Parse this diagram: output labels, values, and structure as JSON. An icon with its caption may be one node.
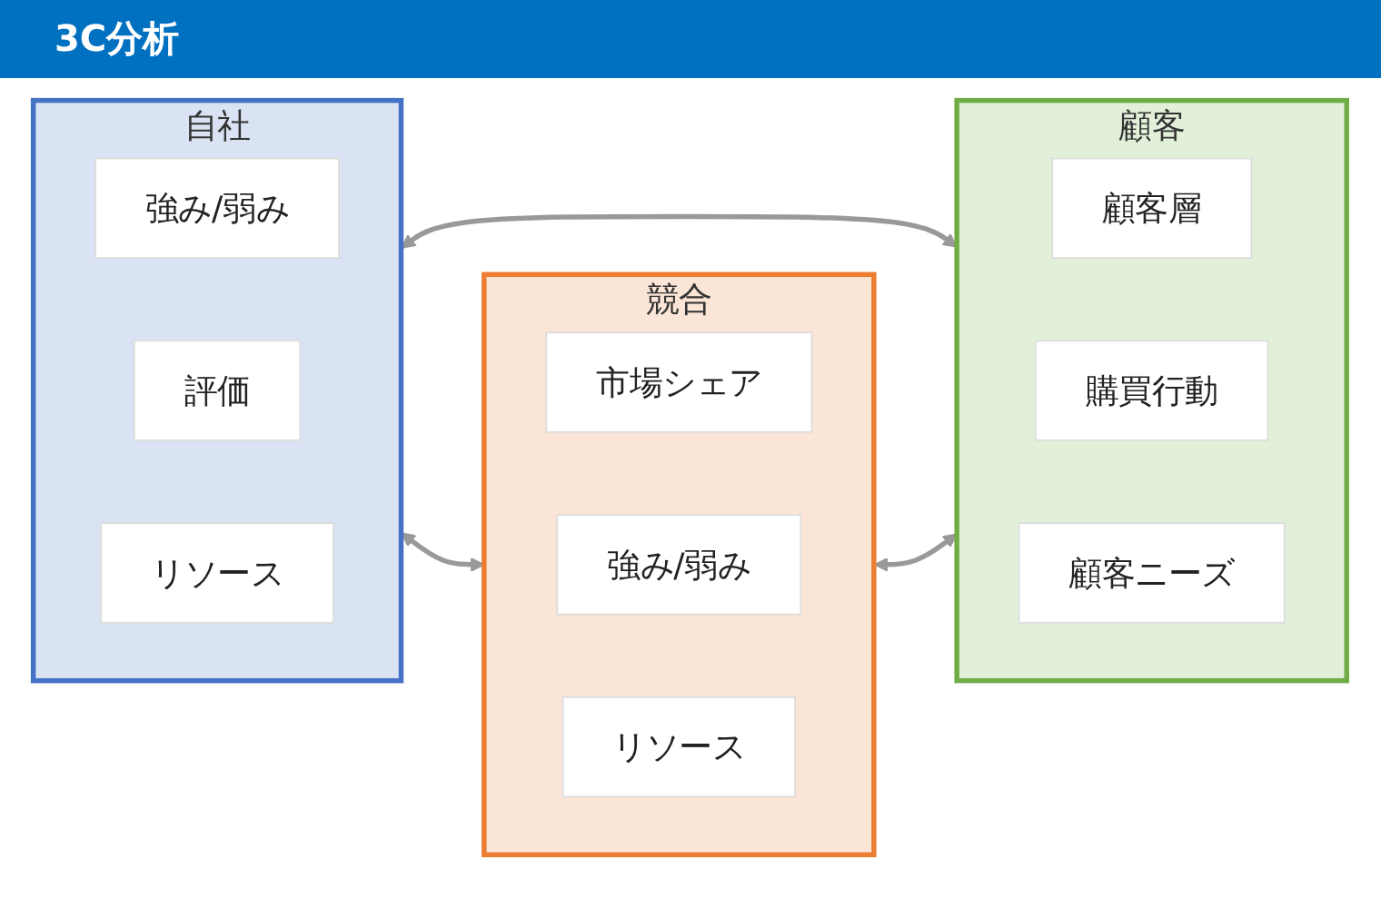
{
  "diagram": {
    "title": "3C分析",
    "nodes": [
      {
        "text": [
          "自社"
        ]
      },
      {
        "text": [
          "強み/弱み"
        ],
        "in": 0
      },
      {
        "text": [
          "評価"
        ],
        "in": 0
      },
      {
        "text": [
          "リソース"
        ],
        "in": 0
      },
      {
        "text": [
          "競合"
        ]
      },
      {
        "text": [
          "市場シェア"
        ],
        "in": 4
      },
      {
        "text": [
          "強み/弱み"
        ],
        "in": 4
      },
      {
        "text": [
          "リソース"
        ],
        "in": 4
      },
      {
        "text": [
          "顧客"
        ]
      },
      {
        "text": [
          "顧客層"
        ],
        "in": 8
      },
      {
        "text": [
          "購買行動"
        ],
        "in": 8
      },
      {
        "text": [
          "顧客ニーズ"
        ],
        "in": 8
      }
    ],
    "edges": [
      {
        "from": 0,
        "to": 4,
        "arrow": "both"
      },
      {
        "from": 0,
        "to": 8,
        "arrow": "both"
      },
      {
        "from": 4,
        "to": 8,
        "arrow": "both"
      }
    ]
  }
}
